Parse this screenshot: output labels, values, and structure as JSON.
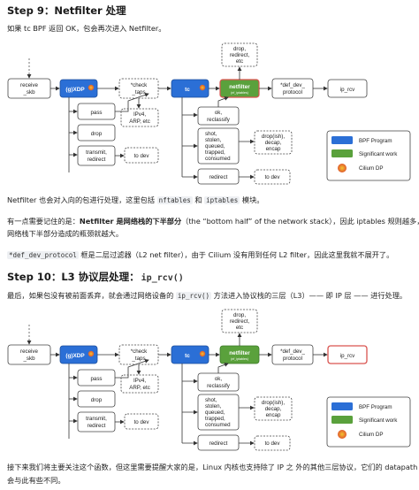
{
  "section1": {
    "title": "Step 9：Netfilter 处理",
    "intro": "如果 tc BPF 返回 OK，包会再次进入 Netfilter。"
  },
  "diagram": {
    "receive": [
      "receive",
      "_skb"
    ],
    "xdp": "(g)XDP",
    "check_taps": [
      "*check",
      "_taps"
    ],
    "ipv4": [
      "IPv4,",
      "ARP, etc"
    ],
    "tc": "tc",
    "netfilter": "netfilter",
    "netfilter_sub": "(nf_iptables)",
    "drop_redirect": [
      "drop,",
      "redirect,",
      "etc"
    ],
    "def_dev_protocol": [
      "*def_dev_",
      "protocol"
    ],
    "ip_rcv": "ip_rcv",
    "pass": "pass",
    "drop": "drop",
    "transmit": [
      "transmit,",
      "redirect"
    ],
    "to_dev": "to dev",
    "ok_reclassify": [
      "ok,",
      "reclassify"
    ],
    "shot_list": [
      "shot,",
      "stolen,",
      "queued,",
      "trapped,",
      "consumed"
    ],
    "drop_ish": [
      "drop(ish),",
      "decap,",
      "encap"
    ],
    "redirect": "redirect",
    "legend": {
      "bpf_program": "BPF Program",
      "significant_work": "Significant work",
      "cilium_dp": "Cilium DP"
    },
    "colors": {
      "bpf": "#2b6fd6",
      "significant": "#5aa13c",
      "ip_rcv_highlight": "#d9534f"
    }
  },
  "section1_body": {
    "line1_a": "Netfilter 也会对入向的包进行处理，这里包括 ",
    "line1_code1": "nftables",
    "line1_b": " 和 ",
    "line1_code2": "iptables",
    "line1_c": " 模块。",
    "line2_a": "有一点需要记住的是：",
    "line2_bold": "Netfilter 是网络栈的下半部分",
    "line2_b": "（the “bottom half” of the network stack），因此 iptables 规则越多，给",
    "line3": "网络栈下半部分造成的瓶颈就越大。",
    "line4_code": "*def_dev_protocol",
    "line4_text": " 框是二层过滤器（L2 net filter），由于 Cilium 没有用到任何 L2 filter，因此这里我就不展开了。"
  },
  "section2": {
    "title_a": "Step 10：L3 协议层处理：",
    "title_code": "ip_rcv()",
    "intro_a": "最后，如果包没有被前面丢弃，就会通过网络设备的 ",
    "intro_code": "ip_rcv()",
    "intro_b": " 方法进入协议栈的三层（L3）—— 即 IP 层 —— 进行处理。"
  },
  "footer": {
    "line1": "接下来我们将主要关注这个函数，但这里需要提醒大家的是，Linux 内核也支持除了 IP 之 外的其他三层协议，它们的 datapath",
    "line2": "会与此有些不同。"
  }
}
